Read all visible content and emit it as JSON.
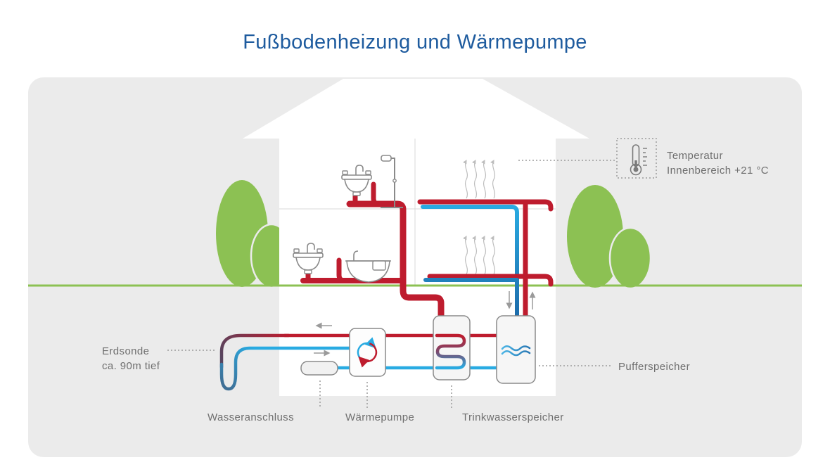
{
  "title": "Fußbodenheizung und Wärmepumpe",
  "labels": {
    "erdsonde_line1": "Erdsonde",
    "erdsonde_line2": "ca. 90m tief",
    "wasseranschluss": "Wasseranschluss",
    "waermepumpe": "Wärmepumpe",
    "trinkwasserspeicher": "Trinkwasserspeicher",
    "pufferspeicher": "Pufferspeicher",
    "temperatur_line1": "Temperatur",
    "temperatur_line2": "Innenbereich +21 °C"
  },
  "colors": {
    "title_blue": "#1e5b9e",
    "pipe_red": "#be1c2e",
    "pipe_blue": "#29abe2",
    "green": "#8cc153",
    "label_gray": "#6f6f6f",
    "leader_gray": "#9b9b9b",
    "card_bg": "#ebebeb",
    "outline_gray": "#8a8a8a"
  }
}
